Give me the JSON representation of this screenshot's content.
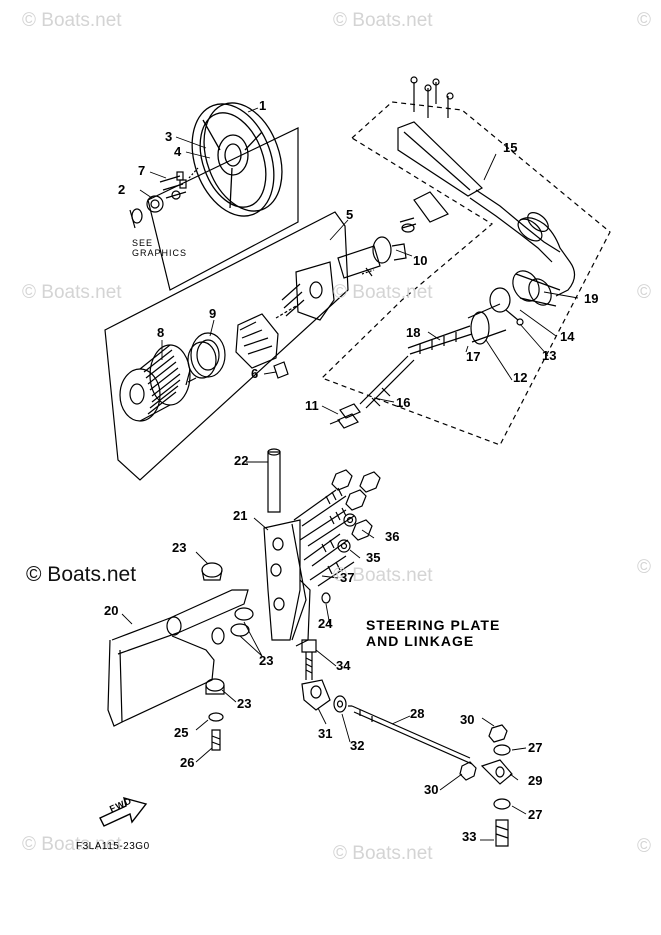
{
  "watermark": {
    "text": "© Boats.net",
    "edge_text": "©"
  },
  "diagram": {
    "title_line1": "STEERING PLATE",
    "title_line2": "AND LINKAGE",
    "see_graphics_line1": "SEE",
    "see_graphics_line2": "GRAPHICS",
    "forward_label": "FWD",
    "drawing_code": "F3LA115-23G0"
  },
  "callouts": [
    "1",
    "2",
    "3",
    "4",
    "5",
    "6",
    "7",
    "8",
    "9",
    "10",
    "11",
    "12",
    "13",
    "14",
    "15",
    "16",
    "17",
    "18",
    "19",
    "20",
    "21",
    "22",
    "23",
    "24",
    "25",
    "26",
    "27",
    "28",
    "29",
    "30",
    "31",
    "32",
    "33",
    "34",
    "35",
    "36",
    "37"
  ]
}
